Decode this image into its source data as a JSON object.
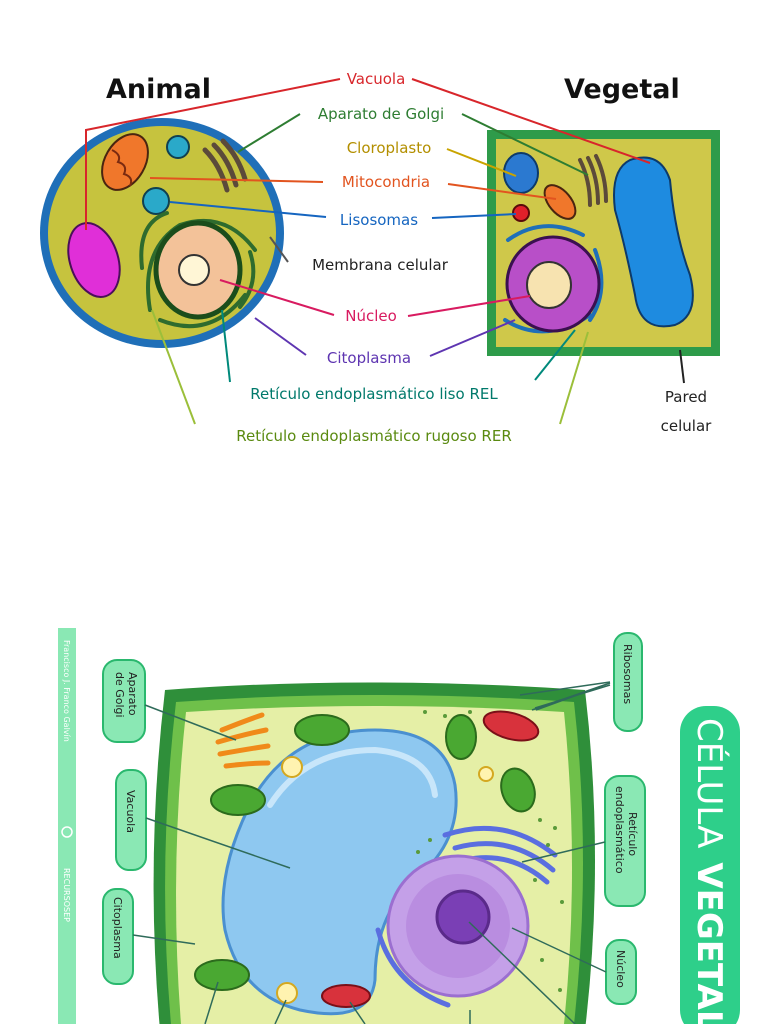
{
  "top_diagram": {
    "title_left": "Animal",
    "title_right": "Vegetal",
    "labels": {
      "vacuola": "Vacuola",
      "golgi": "Aparato de Golgi",
      "cloroplasto": "Cloroplasto",
      "mitocondria": "Mitocondria",
      "lisosomas": "Lisosomas",
      "membrana": "Membrana celular",
      "nucleo": "Núcleo",
      "citoplasma": "Citoplasma",
      "rel": "Retículo endoplasmático liso REL",
      "rer": "Retículo endoplasmático rugoso RER",
      "pared_line1": "Pared",
      "pared_line2": "celular"
    },
    "colors": {
      "vacuola": "#d8262b",
      "golgi": "#2e7d32",
      "cloroplasto": "#c9a400",
      "mitocondria": "#e2541f",
      "lisosomas": "#1565c0",
      "nucleo": "#d81b60",
      "citoplasma": "#5e35b1",
      "rel": "#00897b",
      "rer": "#9bbf3a"
    }
  },
  "bottom_diagram": {
    "side_credit_1": "Francisco J. Franco Galvín",
    "side_credit_2": "RECURSOSEP",
    "labels_left": {
      "golgi_line1": "Aparato",
      "golgi_line2": "de Golgi",
      "vacuola": "Vacuola",
      "citoplasma": "Citoplasma"
    },
    "labels_right": {
      "ribosomas": "Ribosomas",
      "reticulo_line1": "Retículo",
      "reticulo_line2": "endoplasmático",
      "nucleo": "Núcleo"
    },
    "banner_light": "CÉLULA",
    "banner_bold": "VEGETAL",
    "colors": {
      "accent": "#2ecf8a",
      "pill_fill": "#8ae8b4",
      "pill_stroke": "#2ab86e"
    }
  }
}
